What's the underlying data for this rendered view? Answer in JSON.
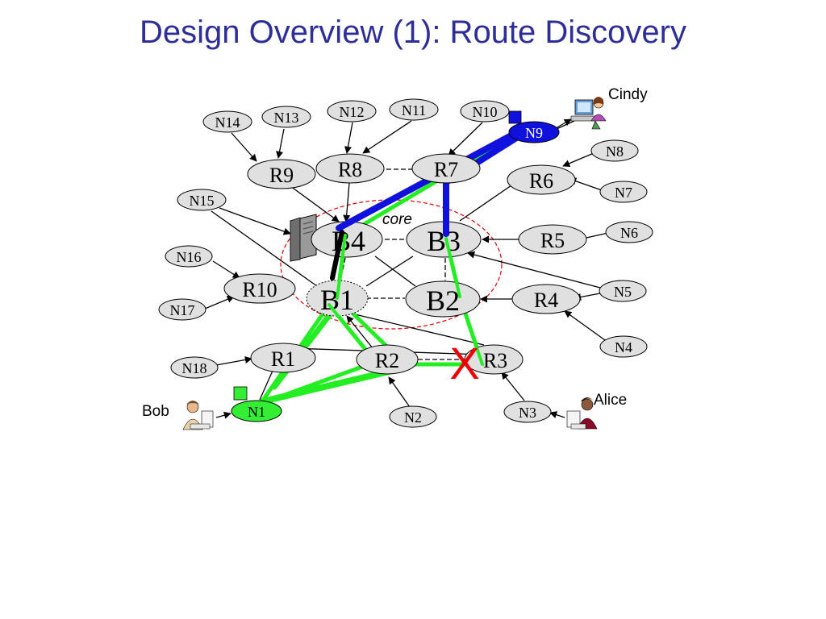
{
  "title": "Design Overview (1): Route Discovery",
  "core_label": "core",
  "people": {
    "cindy": "Cindy",
    "alice": "Alice",
    "bob": "Bob"
  },
  "failure_mark": "X",
  "nodes": {
    "N1": "N1",
    "N2": "N2",
    "N3": "N3",
    "N4": "N4",
    "N5": "N5",
    "N6": "N6",
    "N7": "N7",
    "N8": "N8",
    "N9": "N9",
    "N10": "N10",
    "N11": "N11",
    "N12": "N12",
    "N13": "N13",
    "N14": "N14",
    "N15": "N15",
    "N16": "N16",
    "N17": "N17",
    "N18": "N18",
    "R1": "R1",
    "R2": "R2",
    "R3": "R3",
    "R4": "R4",
    "R5": "R5",
    "R6": "R6",
    "R7": "R7",
    "R8": "R8",
    "R9": "R9",
    "R10": "R10",
    "B1": "B1",
    "B2": "B2",
    "B3": "B3",
    "B4": "B4"
  },
  "colors": {
    "title": "#2e2e99",
    "node_fill": "#e0e0e0",
    "path_green": "#22ee22",
    "path_blue": "#1111dd",
    "failure_red": "#ee0000",
    "core_border": "#dd0000",
    "n9_fill": "#1111dd",
    "n1_fill": "#33ee33"
  }
}
